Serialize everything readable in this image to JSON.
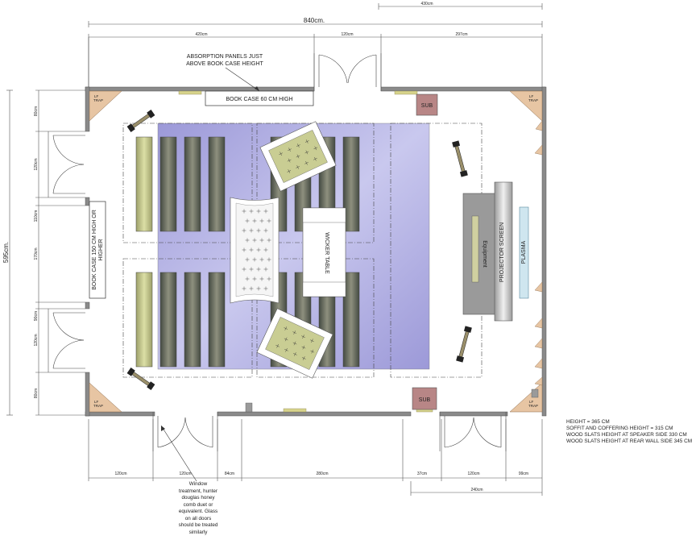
{
  "dimensions": {
    "overall_width": "840cm.",
    "overall_height": "595cm.",
    "top_right_span": "430cm",
    "top_segments": [
      "420cm",
      "120cm",
      "297cm"
    ],
    "left_segments": [
      "80cm",
      "120cm",
      "110cm",
      "170cm",
      "90cm",
      "120cm",
      "80cm"
    ],
    "bottom_segments": [
      "120cm",
      "120cm",
      "84cm",
      "280cm",
      "37cm",
      "120cm",
      "99cm"
    ],
    "bottom_right_span": "240cm"
  },
  "labels": {
    "absorption_line1": "ABSORPTION PANELS JUST",
    "absorption_line2": "ABOVE BOOK CASE HEIGHT",
    "bookcase_top": "BOOK CASE 60 CM HIGH",
    "bookcase_left_line1": "BOOK CASE 150 CM HIGH OR",
    "bookcase_left_line2": "HIGHER",
    "wicker_table": "WICKER TABLE",
    "projector_screen": "PROJECTOR SCREEN",
    "plasma": "PLASMA",
    "equipment": "Equipment",
    "sub": "SUB",
    "lf_trap_line1": "LF",
    "lf_trap_line2": "TRAP"
  },
  "window_note": [
    "Window",
    "treatment, hunter",
    "douglas honey",
    "comb duet or",
    "equivalent. Glass",
    "on all doors",
    "should be treated",
    "similarly"
  ],
  "notes": [
    "HEIGHT = 365 CM",
    "SOFFIT AND COFFERING HEIGHT = 315 CM",
    "WOOD SLATS HEIGHT AT SPEAKER SIDE 330 CM",
    "WOOD SLATS HEIGHT AT REAR WALL SIDE 345 CM"
  ],
  "colors": {
    "wall": "#8a8a8a",
    "rug": "#aaa8df",
    "seat_dark": "#5c6258",
    "seat_light": "#c9cd93",
    "sub": "#b88686",
    "lf_trap": "#e7c5a3",
    "plasma": "#cfe6ef"
  }
}
